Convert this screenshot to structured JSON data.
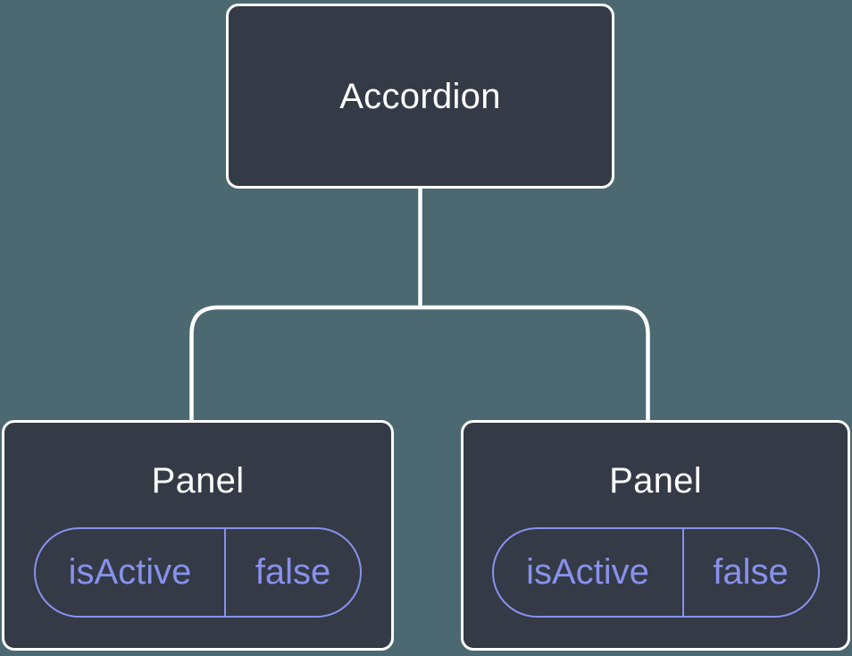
{
  "tree": {
    "root": {
      "label": "Accordion"
    },
    "children": [
      {
        "label": "Panel",
        "state": {
          "key": "isActive",
          "value": "false"
        }
      },
      {
        "label": "Panel",
        "state": {
          "key": "isActive",
          "value": "false"
        }
      }
    ]
  },
  "colors": {
    "background": "#4c6971",
    "node_fill": "#343a46",
    "node_border": "#ffffff",
    "node_text": "#ffffff",
    "connector": "#ffffff",
    "state_accent": "#8891ec"
  }
}
